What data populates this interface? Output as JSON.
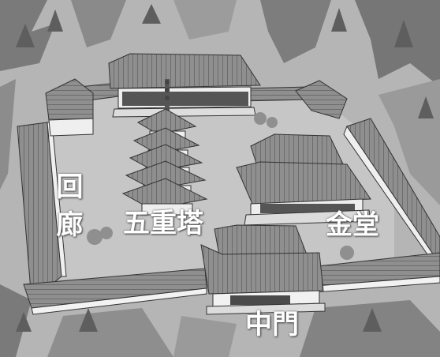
{
  "labels": {
    "corridor": "回廊",
    "pagoda": "五重塔",
    "main_hall": "金堂",
    "middle_gate": "中門"
  },
  "colors": {
    "forest_dark": "#6f6f6f",
    "forest_light": "#a9a9a9",
    "roof": "#8a8a8a",
    "roof_dark": "#4a4a4a",
    "courtyard": "#bdbdbd",
    "wall": "#f2f2f2",
    "label": "#ffffff"
  }
}
